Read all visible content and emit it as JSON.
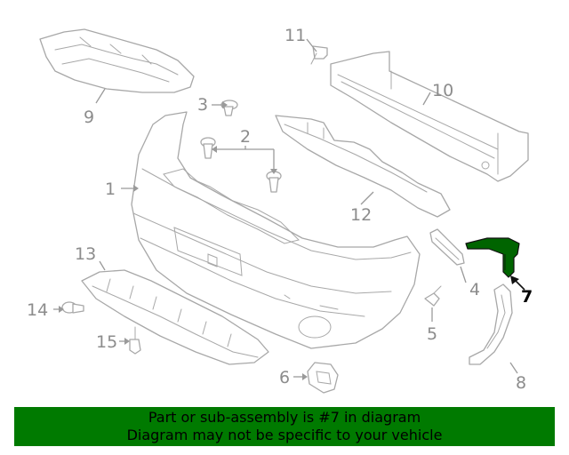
{
  "callouts": {
    "c1": "1",
    "c2": "2",
    "c3": "3",
    "c4": "4",
    "c5": "5",
    "c6": "6",
    "c7": "7",
    "c8": "8",
    "c9": "9",
    "c10": "10",
    "c11": "11",
    "c12": "12",
    "c13": "13",
    "c14": "14",
    "c15": "15"
  },
  "highlighted_part": "7",
  "colors": {
    "highlight": "#006400",
    "banner": "#007a00",
    "line_art": "#a8a8a8"
  },
  "banner": {
    "line1": "Part or sub-assembly is #7 in diagram",
    "line2": "Diagram may not be specific to your vehicle"
  }
}
